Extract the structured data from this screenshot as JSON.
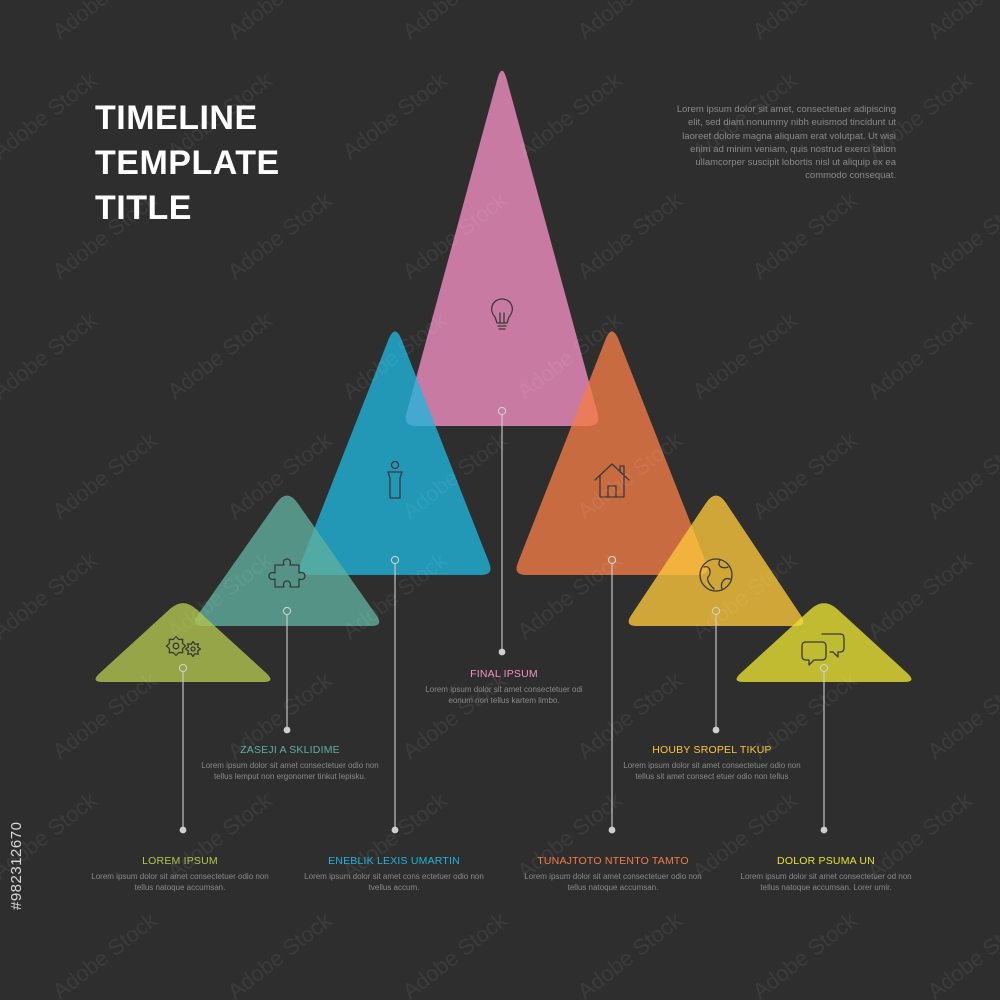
{
  "title_lines": [
    "TIMELINE",
    "TEMPLATE",
    "TITLE"
  ],
  "intro_text": "Lorem ipsum dolor sit amet, consectetuer adipiscing elit, sed diam nonummy nibh euismod tincidunt ut laoreet dolore magna aliquam erat volutpat. Ut wisi enim ad minim veniam, quis nostrud exerci tation ullamcorper suscipit lobortis nisl ut aliquip ex ea commodo consequat.",
  "steps": [
    {
      "icon": "gears-icon",
      "color": "#b2c64e",
      "title": "LOREM IPSUM",
      "text": "Lorem ipsum dolor sit amet consectetuer odio non tellus natoque accumsan."
    },
    {
      "icon": "puzzle-icon",
      "color": "#5fb09f",
      "title": "ZASEJI A SKLIDIME",
      "text": "Lorem ipsum dolor sit amet consectetuer odio non tellus lemput non ergonomer tinkut lepisku."
    },
    {
      "icon": "person-icon",
      "color": "#1fb5dc",
      "title": "ENEBLIK LEXIS UMARTIN",
      "text": "Lorem ipsum dolor sit amet cons ectetuer odio non tvellus accum."
    },
    {
      "icon": "lightbulb-icon",
      "color": "#f58fc3",
      "title": "FINAL IPSUM",
      "text": "Lorem ipsum dolor sit amet consectetuer odi eonum non tellus kartem limbo."
    },
    {
      "icon": "house-icon",
      "color": "#f47c46",
      "title": "TUNAJTOTO NTENTO TAMTO",
      "text": "Lorem ipsum dolor sit amet consectetuer odio non tellus natoque accumsan."
    },
    {
      "icon": "globe-icon",
      "color": "#fcc83a",
      "title": "HOUBY SROPEL TIKUP",
      "text": "Lorem ipsum dolor sit amet consectetuer odio non tellus sit amet consect etuer odio non tellus"
    },
    {
      "icon": "speech-bubbles-icon",
      "color": "#e9e332",
      "title": "DOLOR PSUMA UN",
      "text": "Lorem ipsum dolor sit amet consectetuer od non tellus natoque accumsan. Lorer umir."
    }
  ],
  "watermark": {
    "brand": "Adobe Stock",
    "id_text": "#982312670"
  },
  "colors": {
    "background": "#2e2e2e",
    "title": "#ffffff",
    "body_text": "#8a8a8a",
    "connector": "#cfcfcf"
  }
}
